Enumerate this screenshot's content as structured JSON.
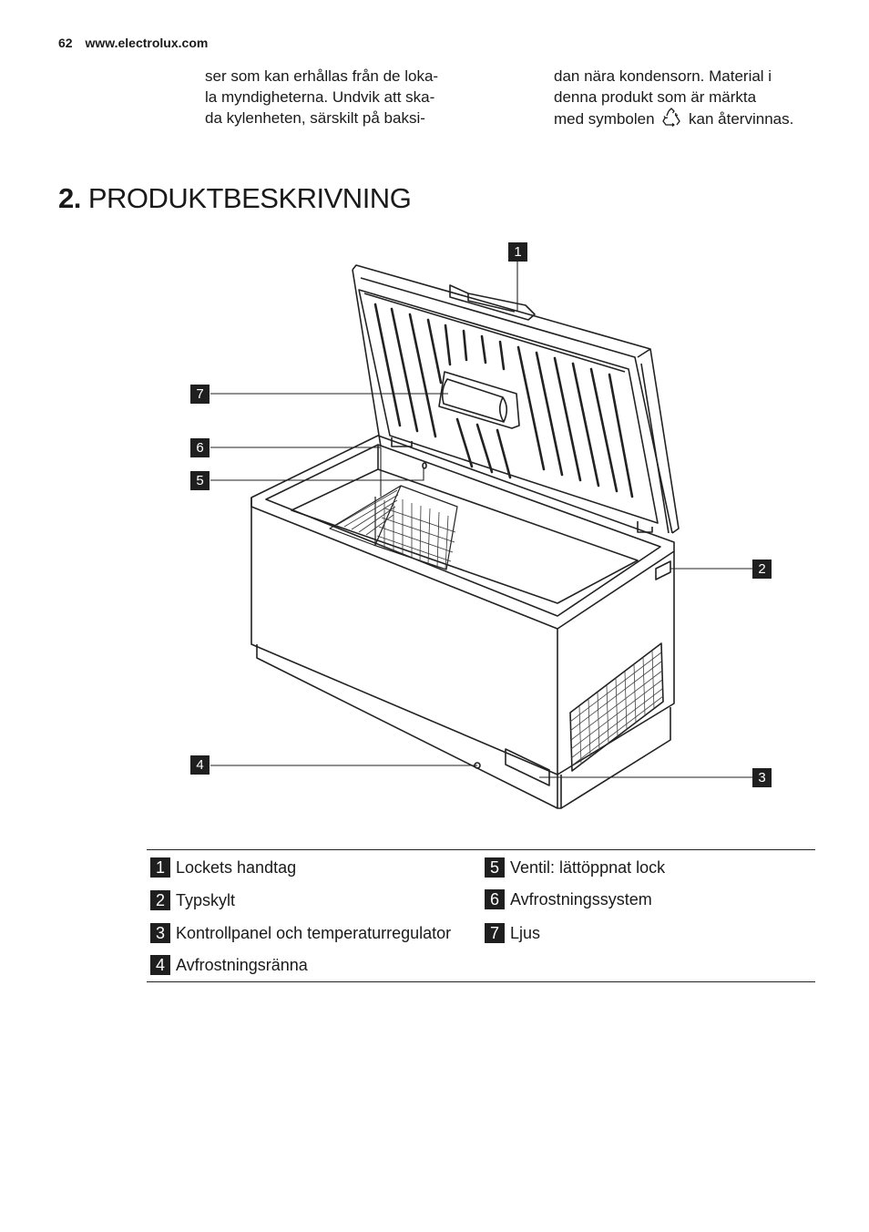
{
  "header": {
    "page_number": "62",
    "website": "www.electrolux.com"
  },
  "intro": {
    "left_lines": [
      "ser som kan erhållas från de loka-",
      "la myndigheterna. Undvik att ska-",
      "da kylenheten, särskilt på baksi-"
    ],
    "right_line1": "dan nära kondensorn. Material i",
    "right_line2": "denna produkt som är märkta",
    "right_line3_before": "med symbolen",
    "right_line3_after": "kan återvinnas."
  },
  "section": {
    "number": "2.",
    "title": "PRODUKTBESKRIVNING"
  },
  "diagram": {
    "callouts": [
      "1",
      "2",
      "3",
      "4",
      "5",
      "6",
      "7"
    ]
  },
  "legend": [
    {
      "num": "1",
      "label": "Lockets handtag"
    },
    {
      "num": "2",
      "label": "Typskylt"
    },
    {
      "num": "3",
      "label": "Kontrollpanel och temperaturregulator"
    },
    {
      "num": "4",
      "label": "Avfrostningsränna"
    },
    {
      "num": "5",
      "label": "Ventil: lättöppnat lock"
    },
    {
      "num": "6",
      "label": "Avfrostningssystem"
    },
    {
      "num": "7",
      "label": "Ljus"
    }
  ]
}
